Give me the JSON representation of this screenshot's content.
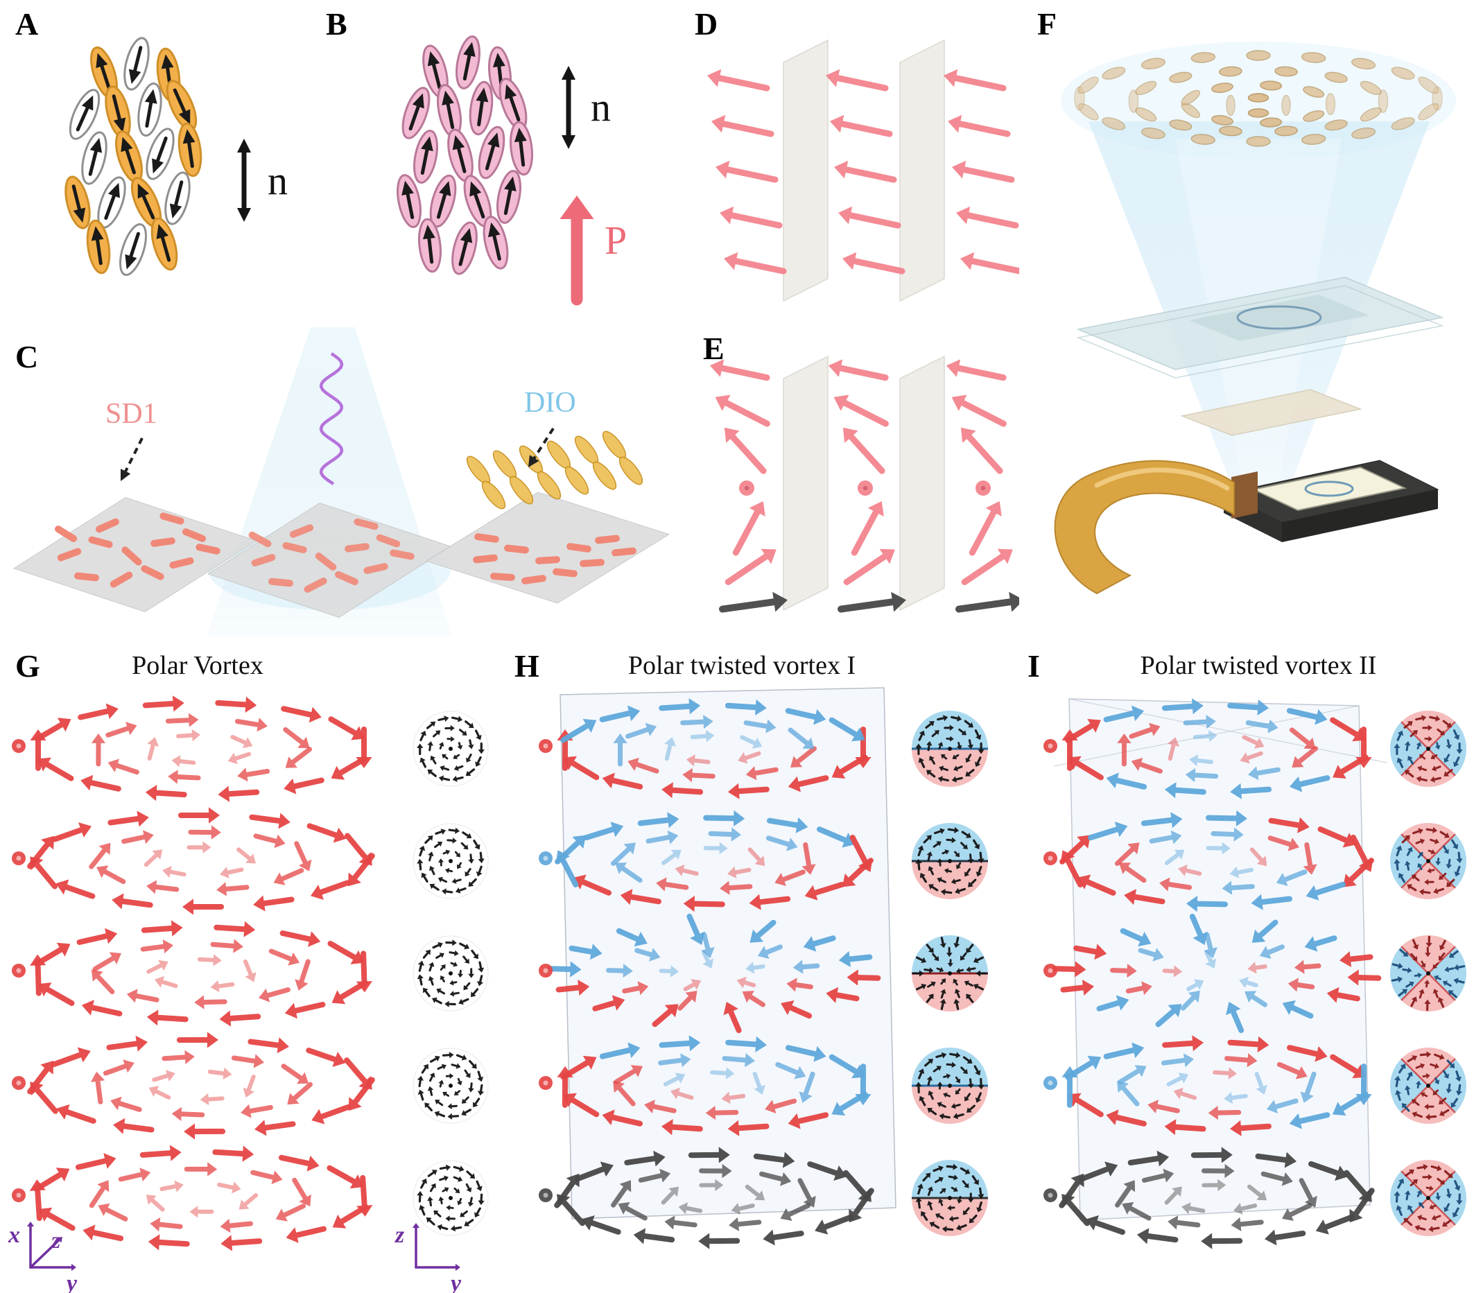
{
  "panels": {
    "A": {
      "label": "A",
      "director_label": "n"
    },
    "B": {
      "label": "B",
      "director_label": "n",
      "polarization_label": "P"
    },
    "C": {
      "label": "C",
      "sd1_label": "SD1",
      "dio_label": "DIO"
    },
    "D": {
      "label": "D"
    },
    "E": {
      "label": "E"
    },
    "F": {
      "label": "F"
    },
    "G": {
      "label": "G",
      "title": "Polar Vortex"
    },
    "H": {
      "label": "H",
      "title": "Polar twisted vortex I"
    },
    "I": {
      "label": "I",
      "title": "Polar twisted vortex II"
    }
  },
  "axes": {
    "main": {
      "x": "x",
      "y": "y",
      "z": "z"
    },
    "inset": {
      "z": "z",
      "y": "y"
    }
  },
  "colors": {
    "red": "#e64545",
    "pink": "#f4848e",
    "blue": "#5fa8dc",
    "dark": "#484848",
    "orange_molecule": "#f3b04a",
    "pink_molecule": "#f3bad4",
    "salmon_rod": "#f08878",
    "gold": "#d9a441",
    "purple_axis": "#7030a0",
    "inset_blue_fill": "#a9d9ef",
    "inset_pink_fill": "#f6bdbd",
    "inset_dark_red": "#8b1d1d",
    "inset_dark_blue": "#1c4f7c",
    "sd1_label_color": "#f09090",
    "dio_label_color": "#7fc6e8",
    "polarization_arrow": "#ed6b78"
  }
}
